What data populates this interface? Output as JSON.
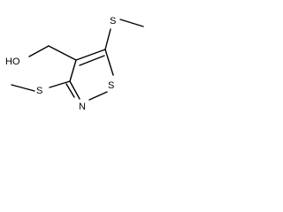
{
  "atoms": {
    "hydroxyl_label": "HO",
    "ring_sulfur_label": "S",
    "ring_nitrogen_label": "N",
    "upper_thioether_label": "S",
    "lower_thioether_label": "S"
  },
  "colors": {
    "bond": "#000000",
    "label": "#000000",
    "background": "#ffffff"
  }
}
